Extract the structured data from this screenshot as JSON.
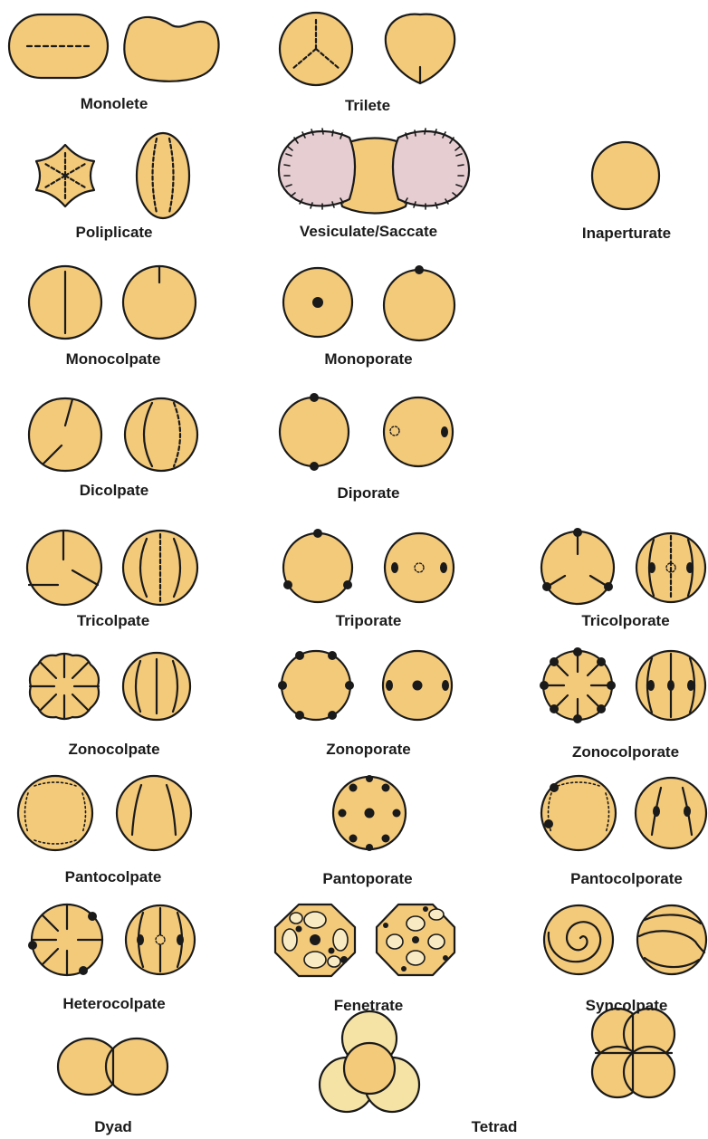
{
  "colors": {
    "grain": "#F3C97A",
    "outline": "#1a1a1a",
    "sac": "#E6CDD2",
    "pale": "#F5E3A6",
    "window": "#F8EBC4"
  },
  "labels": {
    "monolete": "Monolete",
    "trilete": "Trilete",
    "poliplicate": "Poliplicate",
    "vesiculate": "Vesiculate/Saccate",
    "inaperturate": "Inaperturate",
    "monocolpate": "Monocolpate",
    "monoporate": "Monoporate",
    "dicolpate": "Dicolpate",
    "diporate": "Diporate",
    "tricolpate": "Tricolpate",
    "triporate": "Triporate",
    "tricolporate": "Tricolporate",
    "zonocolpate": "Zonocolpate",
    "zonoporate": "Zonoporate",
    "zonocolporate": "Zonocolporate",
    "pantocolpate": "Pantocolpate",
    "pantoporate": "Pantoporate",
    "pantocolporate": "Pantocolporate",
    "heterocolpate": "Heterocolpate",
    "fenestrate": "Fenetrate",
    "syncolpate": "Syncolpate",
    "dyad": "Dyad",
    "tetrad": "Tetrad"
  }
}
